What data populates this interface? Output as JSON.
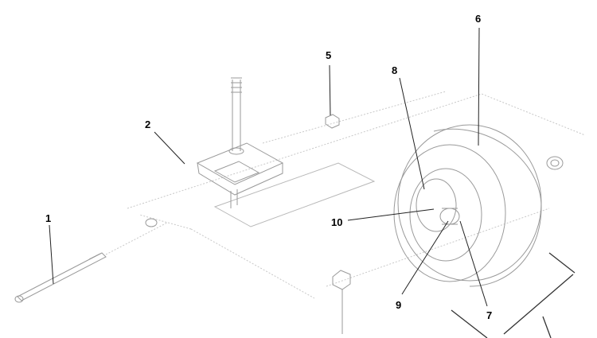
{
  "diagram": {
    "callouts": [
      {
        "id": "1",
        "label": "1"
      },
      {
        "id": "2",
        "label": "2"
      },
      {
        "id": "5",
        "label": "5"
      },
      {
        "id": "6",
        "label": "6"
      },
      {
        "id": "7",
        "label": "7"
      },
      {
        "id": "8",
        "label": "8"
      },
      {
        "id": "9",
        "label": "9"
      },
      {
        "id": "10",
        "label": "10"
      }
    ]
  }
}
